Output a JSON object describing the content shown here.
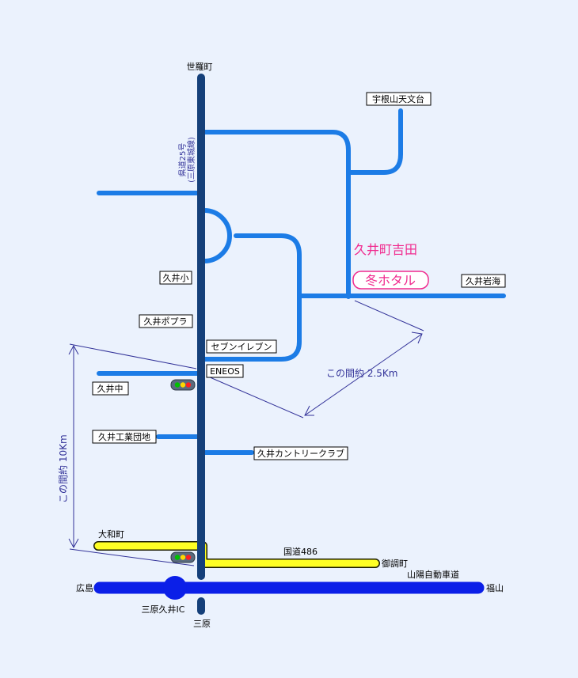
{
  "colors": {
    "background": "#EBF2FD",
    "main_road": "#15407A",
    "branch_road": "#1C7CE6",
    "national_road": "#FFFF24",
    "expressway": "#0B1FE8",
    "highlight_text": "#F02A8E",
    "distance_text": "#333399"
  },
  "labels": {
    "north_end": "世羅町",
    "route_label": "県道25号\n(三原東城線)",
    "south_end": "三原",
    "tenmondai": "宇根山天文台",
    "area_name": "久井町吉田",
    "winter_hotaru": "冬ホタル",
    "kui_iwami": "久井岩海",
    "kui_elementary": "久井小",
    "kui_poplar": "久井ポプラ",
    "seven_eleven": "セブンイレブン",
    "eneos": "ENEOS",
    "kui_junior_high": "久井中",
    "industrial_park": "久井工業団地",
    "country_club": "久井カントリークラブ",
    "yamato": "大和町",
    "national_route": "国道486",
    "mitsugi": "御調町",
    "expressway": "山陽自動車道",
    "hiroshima": "広島",
    "fukuyama": "福山",
    "interchange": "三原久井IC",
    "distance_short": "この間約 2.5Km",
    "distance_long": "この間約 10Km"
  },
  "icons": [
    "traffic-light-icon",
    "traffic-light-icon"
  ]
}
